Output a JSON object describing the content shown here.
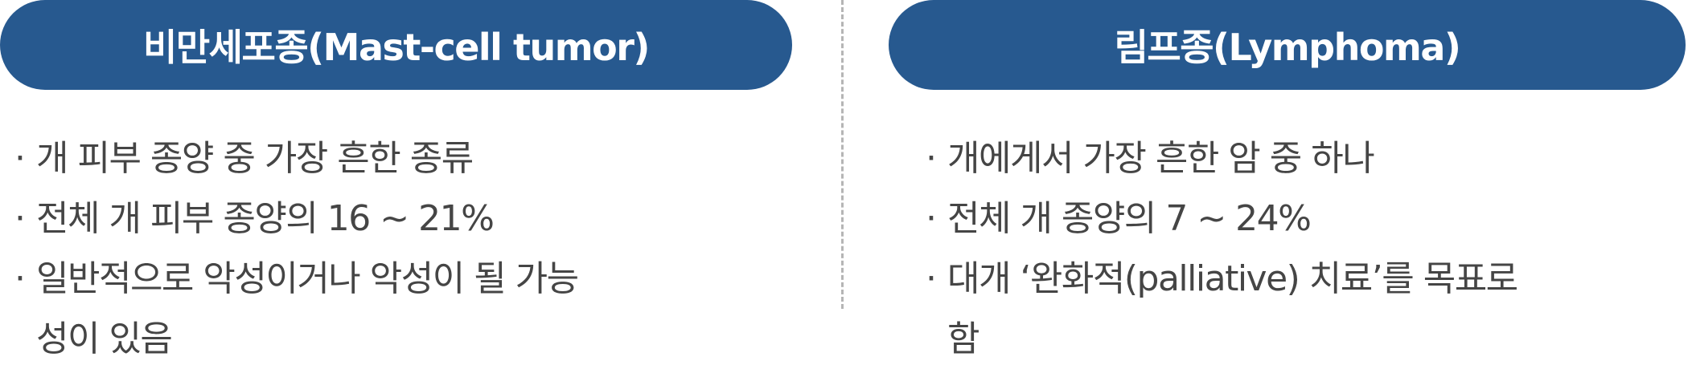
{
  "colors": {
    "accent": "#27598f",
    "text": "#454545",
    "divider": "#b5b5b5"
  },
  "bullet_glyph": "·",
  "left": {
    "title": "비만세포종(Mast-cell tumor)",
    "items": [
      {
        "lines": [
          "개 피부 종양 중 가장 흔한 종류"
        ]
      },
      {
        "lines": [
          "전체 개 피부 종양의 16 ~ 21%"
        ]
      },
      {
        "lines": [
          "일반적으로 악성이거나 악성이 될 가능",
          "성이 있음"
        ]
      }
    ]
  },
  "right": {
    "title": "림프종(Lymphoma)",
    "items": [
      {
        "lines": [
          "개에게서 가장 흔한 암 중 하나"
        ]
      },
      {
        "lines": [
          "전체 개 종양의 7 ~ 24%"
        ]
      },
      {
        "lines": [
          "대개 ‘완화적(palliative) 치료’를 목표로",
          "함"
        ]
      }
    ]
  }
}
